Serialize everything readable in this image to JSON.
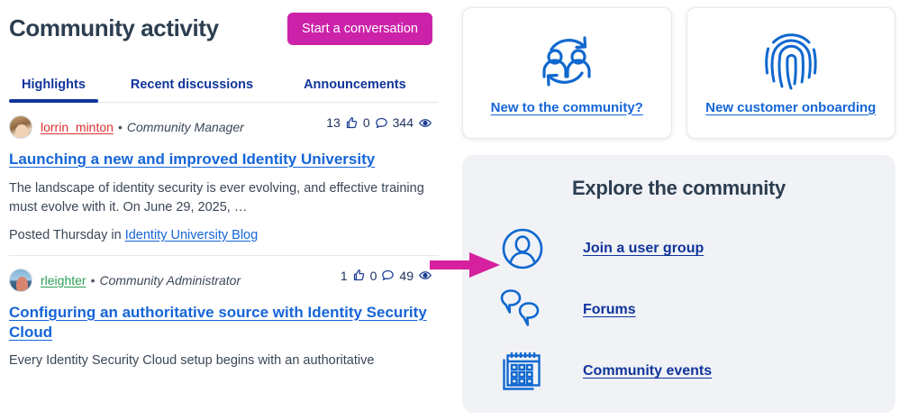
{
  "colors": {
    "brand_magenta": "#cc22aa",
    "link_blue": "#1565d8",
    "navy": "#10349b",
    "heading_slate": "#2c3e50",
    "panel_bg": "#f0f2f6",
    "annotation_arrow": "#d6219e"
  },
  "left": {
    "title": "Community activity",
    "cta_label": "Start a conversation",
    "tabs": [
      {
        "label": "Highlights",
        "active": true
      },
      {
        "label": "Recent discussions",
        "active": false
      },
      {
        "label": "Announcements",
        "active": false
      }
    ],
    "posts": [
      {
        "author": "lorrin_minton",
        "separator": "•",
        "role": "Community Manager",
        "likes": "13",
        "comments": "0",
        "views": "344",
        "title": "Launching a new and improved Identity University",
        "excerpt": "The landscape of identity security is ever evolving, and effective training must evolve with it. On June 29, 2025, …",
        "posted_prefix": "Posted Thursday in",
        "posted_link": "Identity University Blog"
      },
      {
        "author": "rleighter",
        "separator": "•",
        "role": "Community Administrator",
        "likes": "1",
        "comments": "0",
        "views": "49",
        "title": "Configuring an authoritative source with Identity Security Cloud",
        "excerpt": "Every Identity Security Cloud setup begins with an authoritative",
        "posted_prefix": "",
        "posted_link": ""
      }
    ]
  },
  "right": {
    "quick_cards": [
      {
        "icon": "people-exchange-icon",
        "label": "New to the community?"
      },
      {
        "icon": "fingerprint-icon",
        "label": "New customer onboarding"
      }
    ],
    "explore": {
      "title": "Explore the community",
      "items": [
        {
          "icon": "user-circle-icon",
          "label": "Join a user group"
        },
        {
          "icon": "speech-bubbles-icon",
          "label": "Forums"
        },
        {
          "icon": "calendar-icon",
          "label": "Community events"
        }
      ]
    }
  },
  "annotation": {
    "type": "arrow",
    "points_to": "Join a user group",
    "color": "#d6219e"
  }
}
